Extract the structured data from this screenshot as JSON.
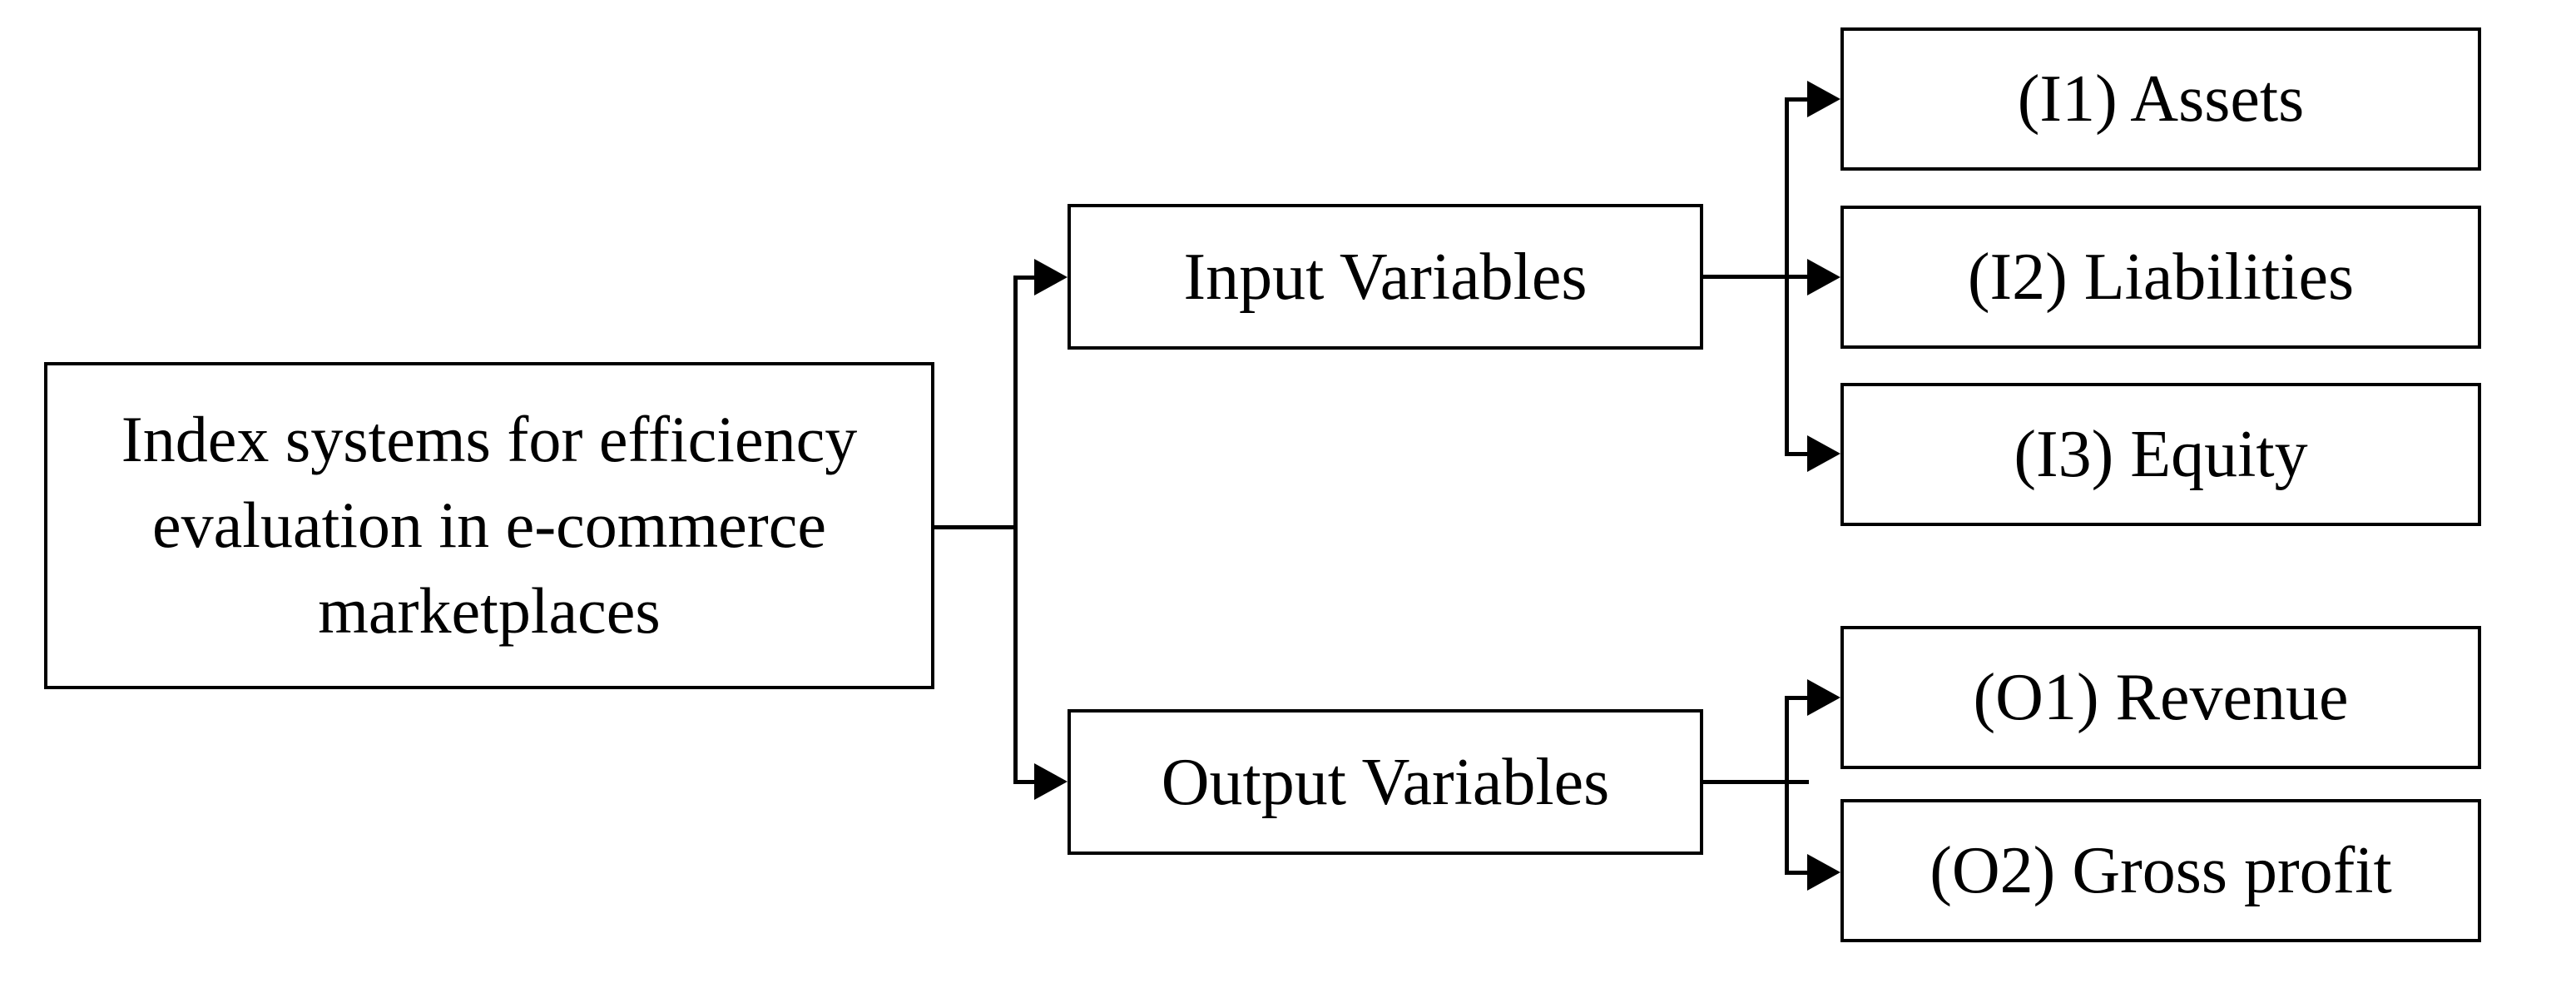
{
  "diagram": {
    "title": "Index systems flowchart",
    "colors": {
      "line": "#000000",
      "text": "#000000",
      "background": "#ffffff"
    },
    "root": {
      "label": "Index systems for efficiency evaluation in e-commerce marketplaces"
    },
    "branches": [
      {
        "label": "Input Variables",
        "children": [
          {
            "id": "I1",
            "label": "(I1) Assets"
          },
          {
            "id": "I2",
            "label": "(I2) Liabilities"
          },
          {
            "id": "I3",
            "label": "(I3) Equity"
          }
        ]
      },
      {
        "label": "Output Variables",
        "children": [
          {
            "id": "O1",
            "label": "(O1) Revenue"
          },
          {
            "id": "O2",
            "label": "(O2) Gross profit"
          }
        ]
      }
    ]
  }
}
